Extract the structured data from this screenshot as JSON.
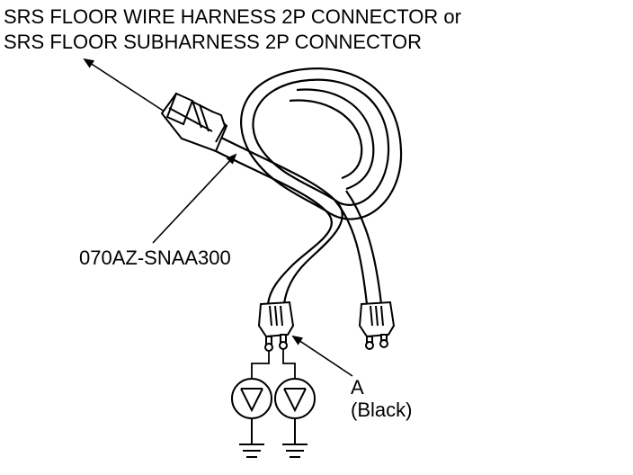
{
  "labels": {
    "title_line1": "SRS FLOOR WIRE HARNESS 2P CONNECTOR or",
    "title_line2": "SRS FLOOR SUBHARNESS 2P CONNECTOR",
    "part_number": "070AZ-SNAA300",
    "callout_a": "A",
    "callout_a_desc": "(Black)"
  },
  "colors": {
    "ink": "#000000",
    "background": "#ffffff"
  },
  "icons": {
    "meter": "voltmeter-icon",
    "ground": "ground-icon"
  }
}
